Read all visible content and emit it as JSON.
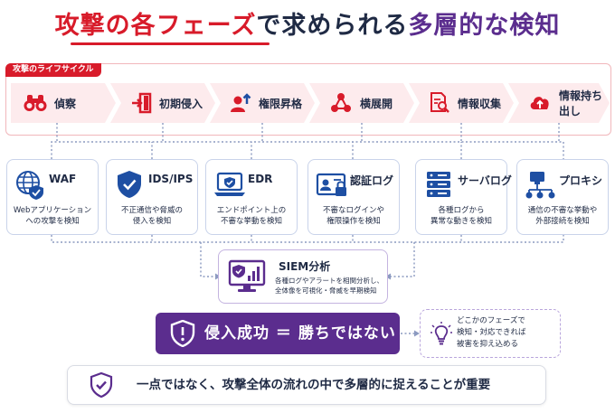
{
  "title": {
    "part1": "攻撃の各フェーズ",
    "part2": "で求められる",
    "part3": "多層的な検知"
  },
  "lifecycle_label": "攻撃のライフサイクル",
  "phases": [
    {
      "label": "偵察",
      "icon": "binoculars-icon"
    },
    {
      "label": "初期侵入",
      "icon": "door-enter-icon"
    },
    {
      "label": "権限昇格",
      "icon": "user-up-arrow-icon"
    },
    {
      "label": "横展開",
      "icon": "network-nodes-icon"
    },
    {
      "label": "情報収集",
      "icon": "document-search-icon"
    },
    {
      "label": "情報持ち出し",
      "icon": "cloud-upload-icon"
    }
  ],
  "tools": [
    {
      "name": "WAF",
      "desc1": "Webアプリケーション",
      "desc2": "への攻撃を検知",
      "icon": "globe-shield-icon"
    },
    {
      "name": "IDS/IPS",
      "desc1": "不正通信や脅威の",
      "desc2": "侵入を検知",
      "icon": "shield-check-icon"
    },
    {
      "name": "EDR",
      "desc1": "エンドポイント上の",
      "desc2": "不審な挙動を検知",
      "icon": "laptop-shield-icon"
    },
    {
      "name": "認証ログ",
      "desc1": "不審なログインや",
      "desc2": "権限操作を検知",
      "icon": "id-card-lock-icon"
    },
    {
      "name": "サーバログ",
      "desc1": "各種ログから",
      "desc2": "異常な動きを検知",
      "icon": "server-stack-icon"
    },
    {
      "name": "プロキシ",
      "desc1": "通信の不審な挙動や",
      "desc2": "外部接続を検知",
      "icon": "computer-network-icon"
    }
  ],
  "siem": {
    "name": "SIEM分析",
    "desc1": "各種ログやアラートを相関分析し、",
    "desc2": "全体像を可視化・脅威を早期検知",
    "icon": "monitor-chart-shield-icon"
  },
  "banner": {
    "text": "侵入成功 ＝ 勝ちではない",
    "icon": "shield-alert-icon"
  },
  "tip": {
    "line1": "どこかのフェーズで",
    "line2": "検知・対応できれば",
    "line3": "被害を抑え込める",
    "icon": "lightbulb-icon"
  },
  "message": {
    "text": "一点ではなく、攻撃全体の流れの中で多層的に捉えることが重要",
    "icon": "shield-check-icon"
  },
  "colors": {
    "accent_red": "#d81b2a",
    "accent_purple": "#5b2d8e",
    "navy": "#1f2a44",
    "blue": "#1e4fa3",
    "phase_bg": "#fdebed"
  }
}
